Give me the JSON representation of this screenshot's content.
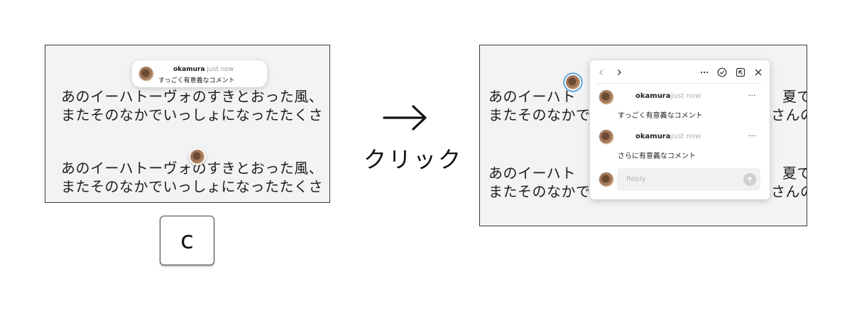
{
  "left_canvas": {
    "text_lines": [
      "あのイーハトーヴォのすきとおった風、",
      "またそのなかでいっしょになったたくさ",
      "あのイーハトーヴォのすきとおった風、",
      "またそのなかでいっしょになったたくさ"
    ],
    "preview_bubble": {
      "author": "okamura",
      "time": "just now",
      "text": "すっごく有意義なコメント"
    }
  },
  "key": {
    "label": "c"
  },
  "transition": {
    "arrow_icon": "right-arrow-icon",
    "label": "クリック"
  },
  "right_canvas": {
    "text_lines": [
      "あのイーハト",
      "夏で",
      "またそのなかで",
      "さんの",
      "あのイーハト",
      "夏で",
      "またそのなかで",
      "さんの"
    ]
  },
  "comment_popup": {
    "toolbar": {
      "prev_icon": "chevron-left-icon",
      "next_icon": "chevron-right-icon",
      "more_icon": "more-icon",
      "resolve_icon": "check-circle-icon",
      "open_icon": "open-sidebar-icon",
      "close_icon": "close-icon"
    },
    "comments": [
      {
        "author": "okamura",
        "time": "Just now",
        "text": "すっごく有意義なコメント",
        "more": "···"
      },
      {
        "author": "okamura",
        "time": "Just now",
        "text": "さらに有意義なコメント",
        "more": "···"
      }
    ],
    "reply": {
      "placeholder": "Reply",
      "send_icon": "send-arrow-icon"
    }
  }
}
